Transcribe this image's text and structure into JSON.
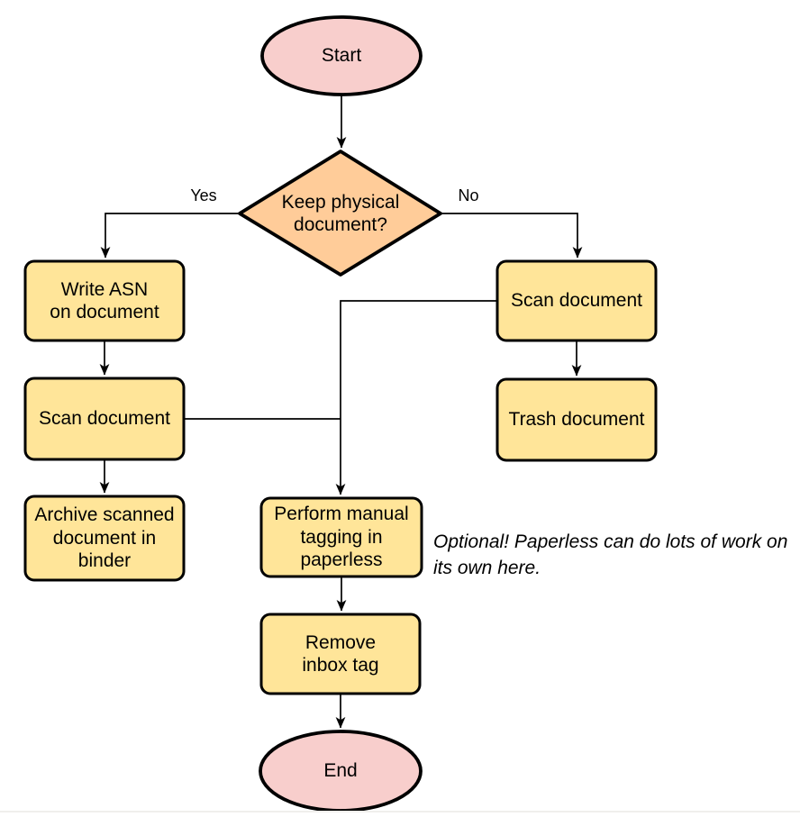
{
  "diagram": {
    "nodes": {
      "start": {
        "label": "Start",
        "type": "terminal"
      },
      "decision": {
        "label": "Keep physical\ndocument?",
        "type": "decision"
      },
      "write_asn": {
        "label": "Write ASN\non document",
        "type": "process"
      },
      "scan_left": {
        "label": "Scan document",
        "type": "process"
      },
      "archive": {
        "label": "Archive scanned\ndocument in\nbinder",
        "type": "process"
      },
      "scan_right": {
        "label": "Scan document",
        "type": "process"
      },
      "trash": {
        "label": "Trash document",
        "type": "process"
      },
      "tagging": {
        "label": "Perform manual\ntagging in\npaperless",
        "type": "process"
      },
      "remove_inbox": {
        "label": "Remove\ninbox tag",
        "type": "process"
      },
      "end": {
        "label": "End",
        "type": "terminal"
      }
    },
    "edge_labels": {
      "yes": "Yes",
      "no": "No"
    },
    "annotation": "Optional! Paperless can do lots of work on\nits own here.",
    "colors": {
      "terminal_fill": "#f8cecc",
      "decision_fill": "#ffcc99",
      "process_fill": "#ffe599",
      "stroke": "#000000",
      "background": "#ffffff"
    }
  }
}
